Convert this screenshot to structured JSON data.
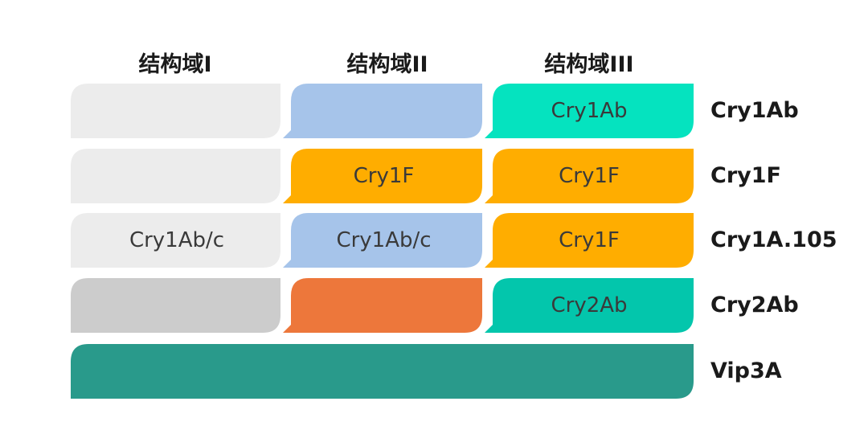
{
  "headers": [
    "结构域I",
    "结构域II",
    "结构域III"
  ],
  "rows": [
    {
      "name": "Cry1Ab",
      "segments": [
        {
          "label": "",
          "color": "#ececec"
        },
        {
          "label": "",
          "color": "#a6c4ea"
        },
        {
          "label": "Cry1Ab",
          "color": "#05e3bf"
        }
      ]
    },
    {
      "name": "Cry1F",
      "segments": [
        {
          "label": "",
          "color": "#ececec"
        },
        {
          "label": "Cry1F",
          "color": "#ffad00"
        },
        {
          "label": "Cry1F",
          "color": "#ffad00"
        }
      ]
    },
    {
      "name": "Cry1A.105",
      "segments": [
        {
          "label": "Cry1Ab/c",
          "color": "#ececec"
        },
        {
          "label": "Cry1Ab/c",
          "color": "#a6c4ea"
        },
        {
          "label": "Cry1F",
          "color": "#ffad00"
        }
      ]
    },
    {
      "name": "Cry2Ab",
      "segments": [
        {
          "label": "",
          "color": "#cccccc"
        },
        {
          "label": "",
          "color": "#ed773b"
        },
        {
          "label": "Cry2Ab",
          "color": "#03c6ac"
        }
      ]
    },
    {
      "name": "Vip3A",
      "segments": [
        {
          "label": "",
          "color": "#299a8b"
        }
      ]
    }
  ]
}
